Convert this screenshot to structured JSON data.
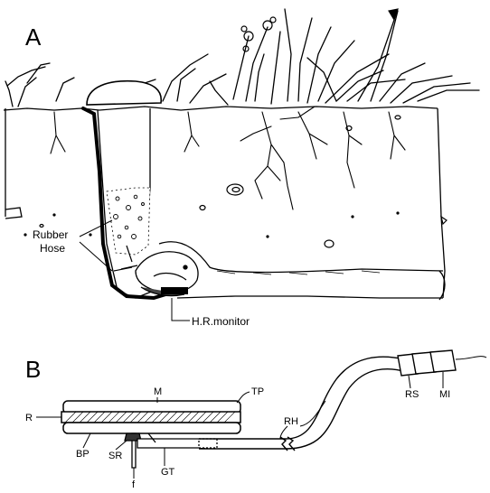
{
  "panels": {
    "a": {
      "letter": "A",
      "labels": {
        "hose_line1": "Rubber",
        "hose_line2": "Hose",
        "monitor": "H.R.monitor"
      }
    },
    "b": {
      "letter": "B",
      "labels": {
        "m": "M",
        "tp": "TP",
        "rh": "RH",
        "r": "R",
        "bp": "BP",
        "sr": "SR",
        "f": "f",
        "gt": "GT",
        "rs": "RS",
        "mi": "MI"
      }
    }
  }
}
